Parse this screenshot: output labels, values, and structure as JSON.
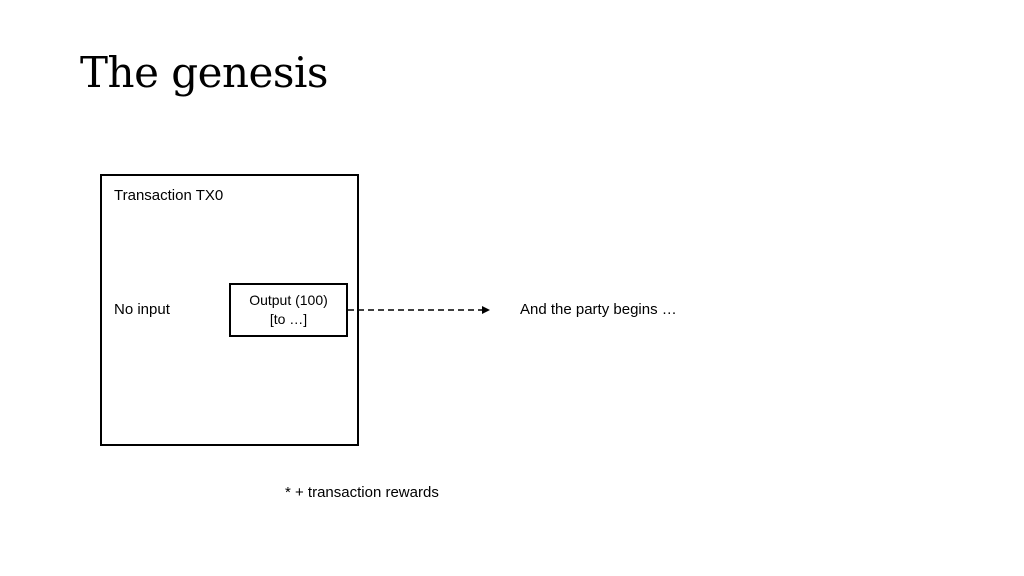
{
  "slide": {
    "title": "The genesis"
  },
  "transaction": {
    "label": "Transaction TX0",
    "input_text": "No input",
    "output_line1": "Output (100)",
    "output_line2": "[to …]"
  },
  "arrow": {
    "style": "dashed",
    "target_text": "And the party begins …"
  },
  "footnote": "* + transaction rewards"
}
